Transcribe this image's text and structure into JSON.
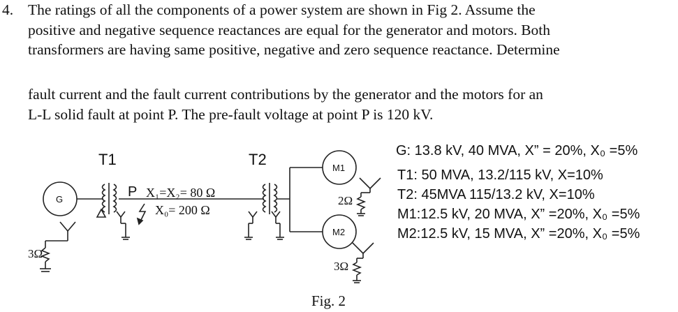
{
  "problem": {
    "number": "4.",
    "lines_p1": [
      "The ratings of all the components of a power system are shown in Fig 2. Assume the",
      "positive and negative sequence reactances are equal for the generator and motors. Both",
      "transformers are having same positive, negative and zero sequence reactance. Determine"
    ],
    "lines_p2": [
      "fault current and the fault current contributions by the generator and the motors for an",
      "L-L solid fault at point P. The pre-fault voltage at point P is 120 kV."
    ]
  },
  "figure": {
    "t1_label": "T1",
    "t2_label": "T2",
    "gen_label": "G",
    "m1_label": "M1",
    "m2_label": "M2",
    "fault_label": "P",
    "line_x12": "X₁=X₂= 80 Ω",
    "line_x0": "X₀= 200 Ω",
    "gen_ground": "3Ω",
    "m1_ground": "2Ω",
    "m2_ground": "3Ω",
    "caption": "Fig. 2"
  },
  "ratings": [
    "G:  13.8 kV, 40 MVA, X” = 20%, X₀ =5%",
    "T1: 50 MVA, 13.2/115 kV, X=10%",
    "T2: 45MVA 115/13.2 kV, X=10%",
    "M1:12.5 kV, 20 MVA, X” =20%, X₀ =5%",
    "M2:12.5 kV, 15 MVA, X” =20%, X₀ =5%"
  ]
}
